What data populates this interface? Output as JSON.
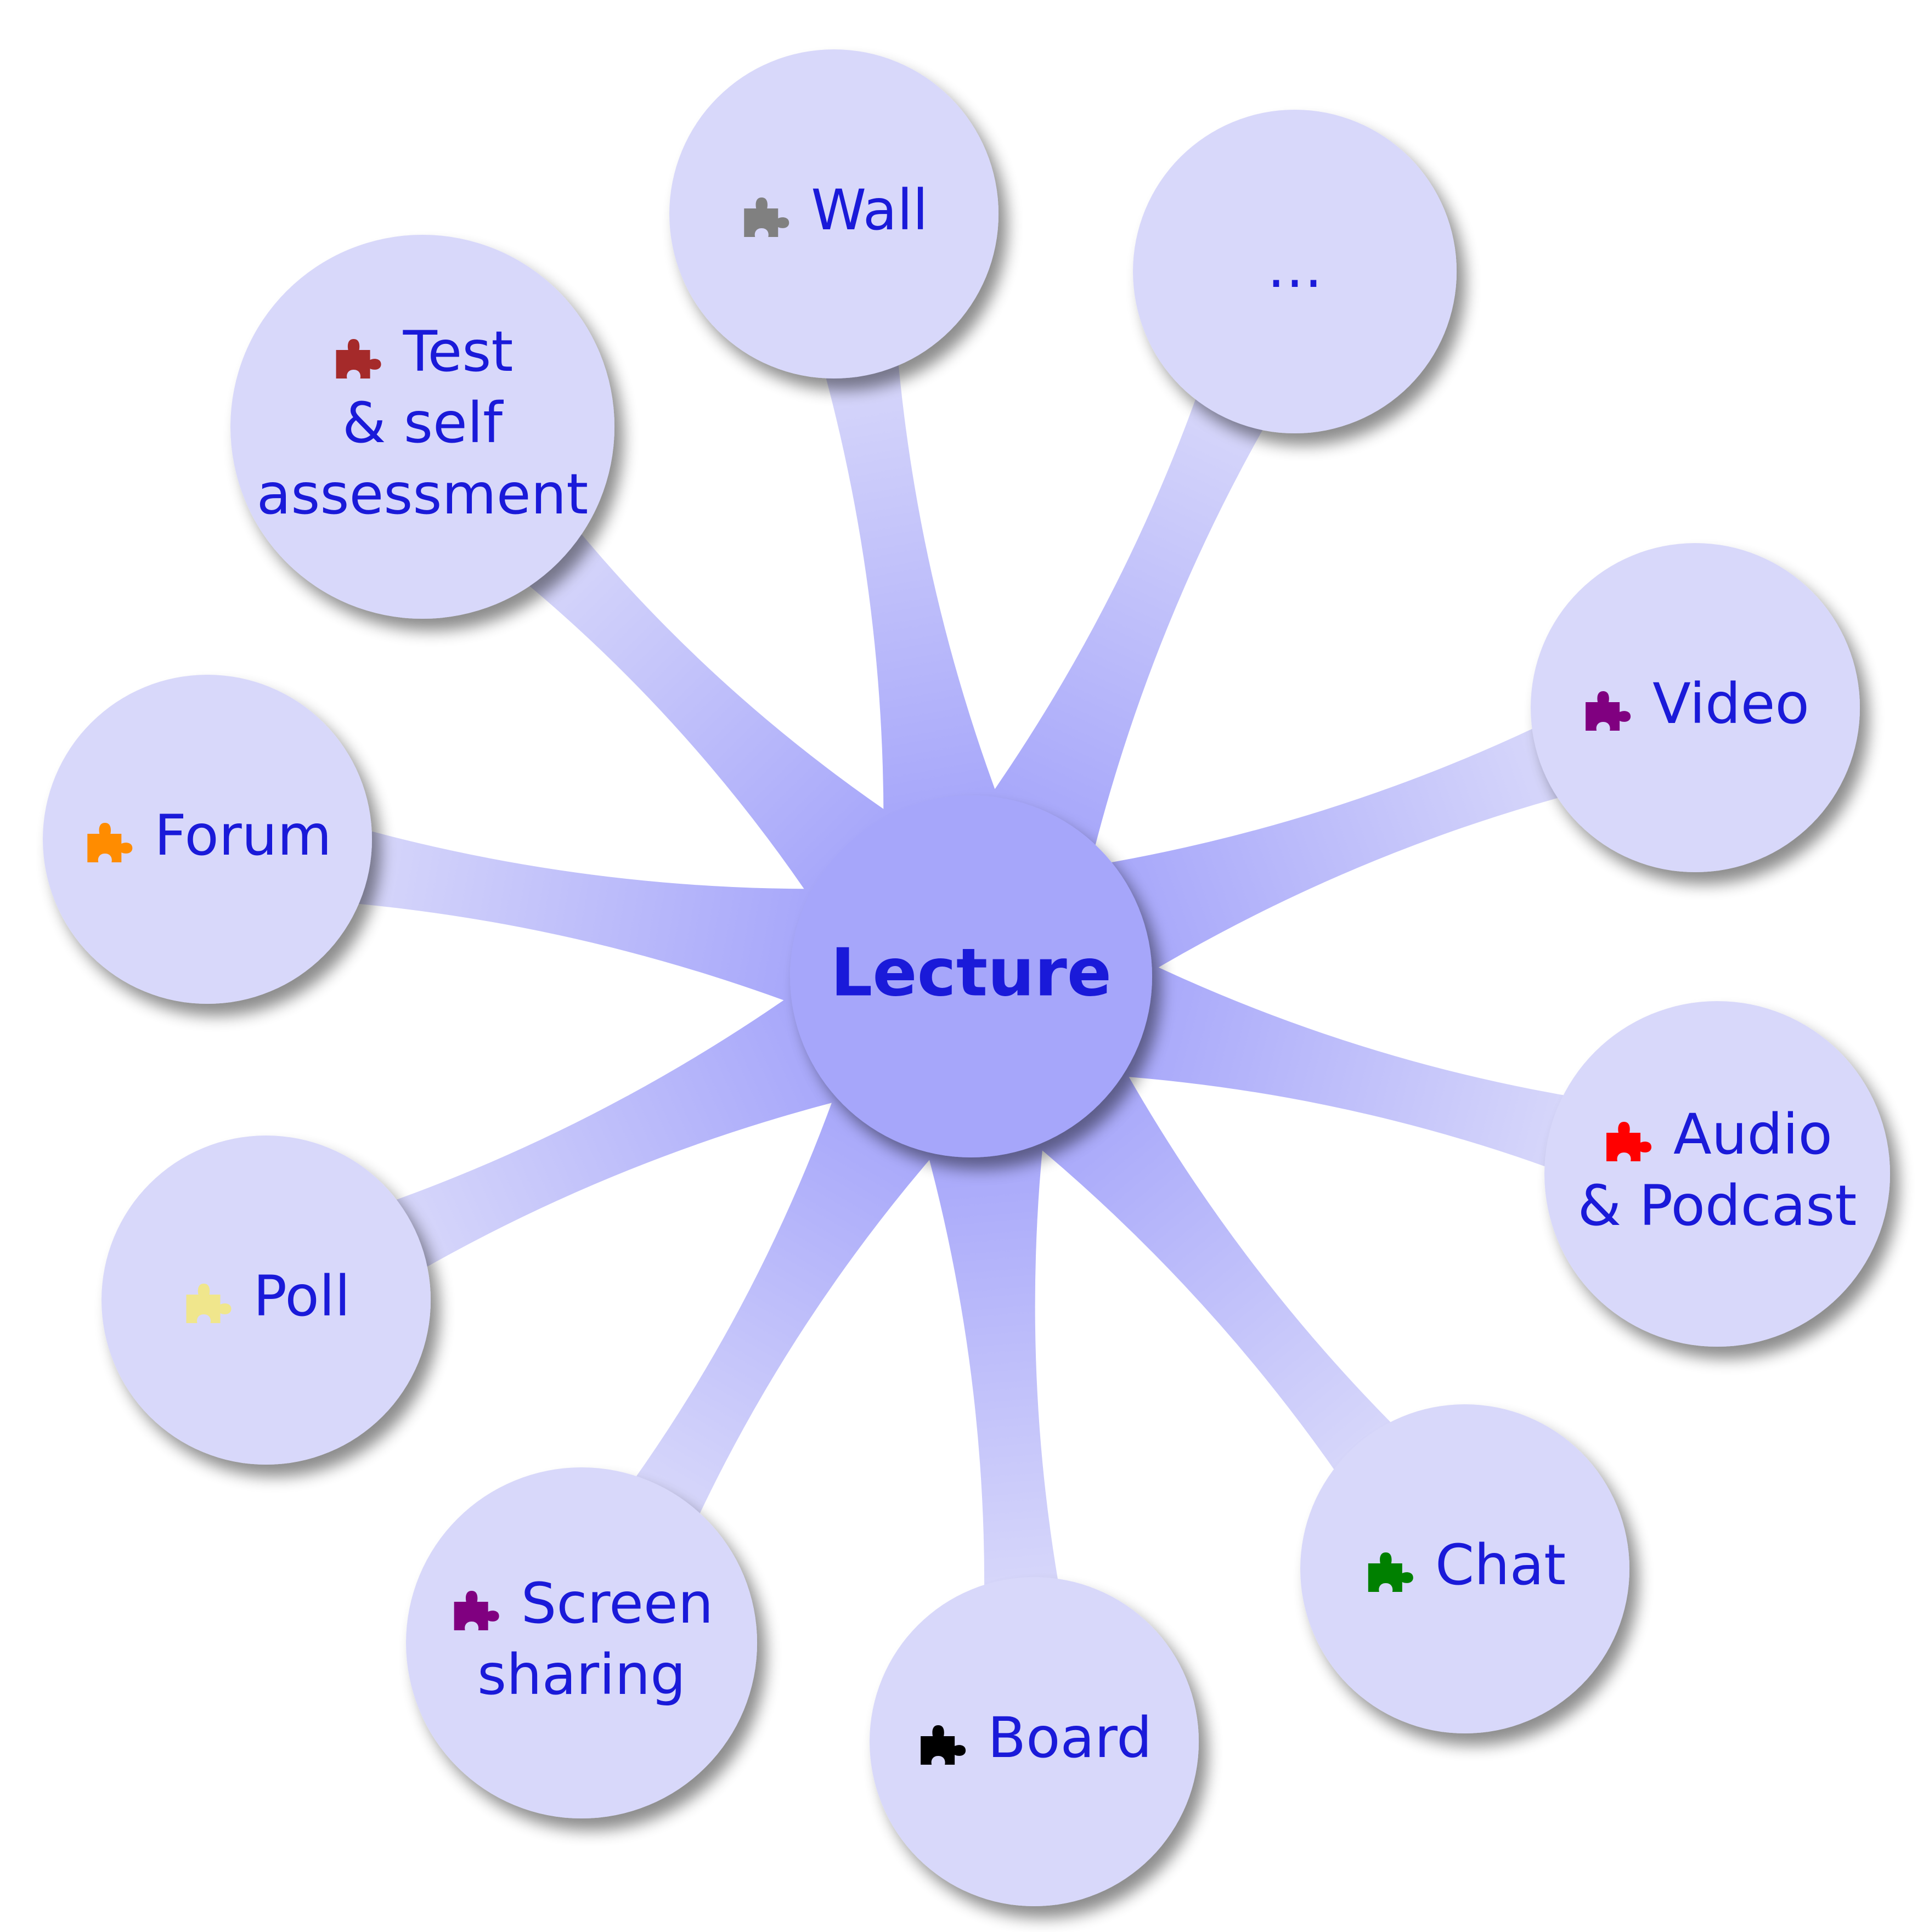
{
  "colors": {
    "text": "#1a1ad9",
    "center_fill": "#a6a6fa",
    "node_fill": "#d8d8fa"
  },
  "center": {
    "label": "Lecture"
  },
  "nodes": [
    {
      "id": "wall",
      "lines": [
        "Wall"
      ],
      "icon": "puzzle-icon",
      "icon_color": "#808080"
    },
    {
      "id": "more",
      "lines": [
        "…"
      ],
      "icon": "",
      "icon_color": ""
    },
    {
      "id": "video",
      "lines": [
        "Video"
      ],
      "icon": "puzzle-icon",
      "icon_color": "#800080"
    },
    {
      "id": "audio-podcast",
      "lines": [
        "Audio",
        "& Podcast"
      ],
      "icon": "puzzle-icon",
      "icon_color": "#ff0000"
    },
    {
      "id": "chat",
      "lines": [
        "Chat"
      ],
      "icon": "puzzle-icon",
      "icon_color": "#008000"
    },
    {
      "id": "board",
      "lines": [
        "Board"
      ],
      "icon": "puzzle-icon",
      "icon_color": "#000000"
    },
    {
      "id": "screen-sharing",
      "lines": [
        "Screen",
        "sharing"
      ],
      "icon": "puzzle-icon",
      "icon_color": "#800080"
    },
    {
      "id": "poll",
      "lines": [
        "Poll"
      ],
      "icon": "puzzle-icon",
      "icon_color": "#f0e68c"
    },
    {
      "id": "forum",
      "lines": [
        "Forum"
      ],
      "icon": "puzzle-icon",
      "icon_color": "#ff8c00"
    },
    {
      "id": "test-self-assessment",
      "lines": [
        "Test",
        "& self",
        "assessment"
      ],
      "icon": "puzzle-icon",
      "icon_color": "#a52a2a"
    }
  ]
}
